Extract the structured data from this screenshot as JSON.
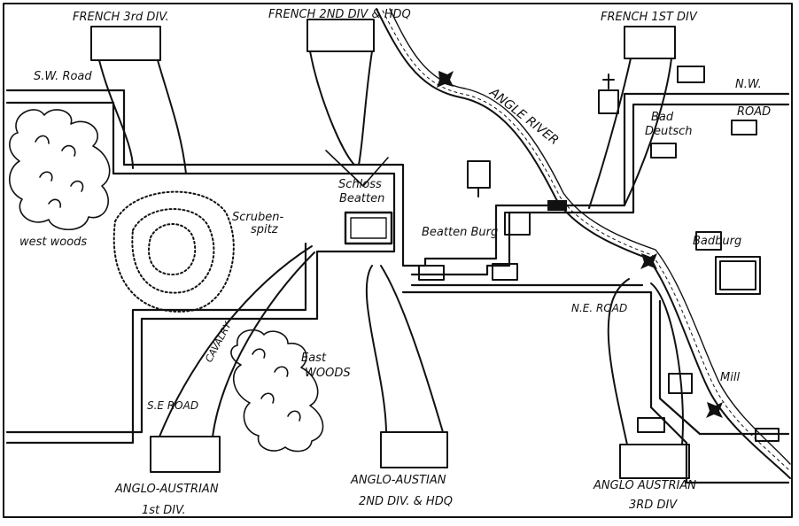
{
  "labels": {
    "french_3rd": "FRENCH 3rd DIV.",
    "french_2nd": "FRENCH 2ND DIV & HDQ",
    "french_1st": "FRENCH 1ST DIV",
    "sw_road": "S.W. Road",
    "nw_road_1": "N.W.",
    "nw_road_2": "ROAD",
    "west_woods": "west woods",
    "scrubenspitz_1": "Scruben-",
    "scrubenspitz_2": "spitz",
    "schloss_1": "Schloss",
    "schloss_2": "Beatten",
    "angle_river": "ANGLE RIVER",
    "bad_deutsch_1": "Bad",
    "bad_deutsch_2": "Deutsch",
    "beattenburg": "Beatten Burg",
    "badburg": "Badburg",
    "ne_road": "N.E. ROAD",
    "cavalry": "CAVALRY",
    "east_woods_1": "East",
    "east_woods_2": "WOODS",
    "se_road": "S.E ROAD",
    "mill": "Mill",
    "aa_1st_1": "ANGLO-AUSTRIAN",
    "aa_1st_2": "1st DIV.",
    "aa_2nd_1": "ANGLO-AUSTIAN",
    "aa_2nd_2": "2ND DIV. & HDQ",
    "aa_3rd_1": "ANGLO AUSTRIAN",
    "aa_3rd_2": "3RD DIV"
  },
  "colors": {
    "ink": "#111111",
    "paper": "#ffffff"
  }
}
